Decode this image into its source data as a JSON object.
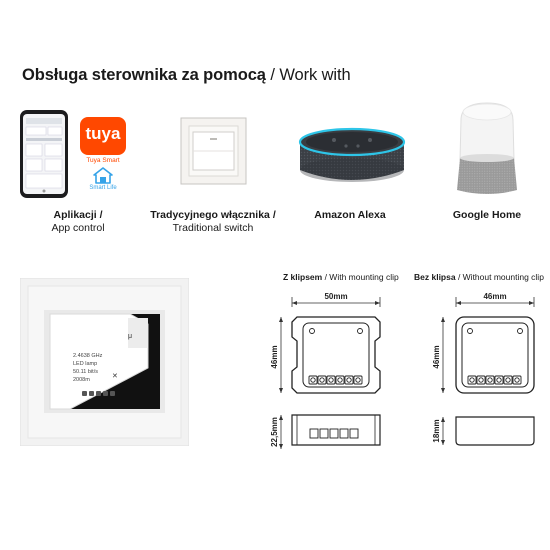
{
  "header": {
    "title_bold": "Obsługa sterownika za pomocą",
    "title_sep": " / ",
    "title_en": "Work with"
  },
  "compat": [
    {
      "label_pl": "Aplikacji /",
      "label_en": "App control"
    },
    {
      "label_pl": "Tradycyjnego włącznika /",
      "label_en": "Traditional switch"
    },
    {
      "label_pl": "Amazon Alexa",
      "label_en": ""
    },
    {
      "label_pl": "Google Home",
      "label_en": ""
    }
  ],
  "app_logos": {
    "tuya": "tuya",
    "tuya_smart": "Tuya Smart",
    "smart_life": "Smart Life"
  },
  "module_text": [
    "2.4638 GHz",
    "LED lamp",
    "50.11 bit/s",
    "2008m"
  ],
  "diagrams": {
    "with_clip": {
      "title_bold": "Z klipsem",
      "title_rest": " / With mounting clip",
      "width": "50mm",
      "height": "46mm",
      "depth": "22,5mm"
    },
    "without_clip": {
      "title_bold": "Bez klipsa",
      "title_rest": " / Without mounting clip",
      "width": "46mm",
      "height": "46mm",
      "depth": "18mm"
    }
  },
  "colors": {
    "tuya_orange": "#ff4800",
    "alexa_ring": "#2ec5e8",
    "speaker_fabric": "#3b3f45"
  },
  "icons": [
    "smartphone-icon",
    "tuya-logo-icon",
    "smart-life-icon",
    "wall-switch-icon",
    "echo-dot-icon",
    "google-home-icon"
  ]
}
